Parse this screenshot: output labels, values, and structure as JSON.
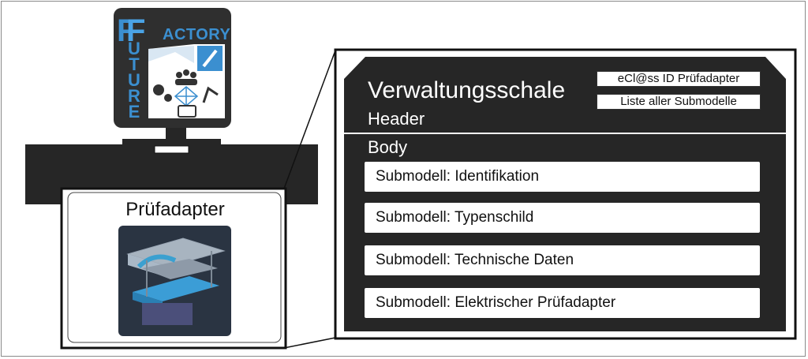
{
  "logo": {
    "word_factory": "ACTORY",
    "letter_f": "F",
    "word_future": "UTURE"
  },
  "adapter": {
    "title": "Prüfadapter"
  },
  "aas": {
    "title": "Verwaltungsschale",
    "header_label": "Header",
    "body_label": "Body",
    "header_items": [
      "eCl@ss ID Prüfadapter",
      "Liste aller Submodelle"
    ],
    "submodels": [
      "Submodell: Identifikation",
      "Submodell: Typenschild",
      "Submodell: Technische Daten",
      "Submodell: Elektrischer Prüfadapter"
    ]
  },
  "colors": {
    "dark_panel": "#262626",
    "logo_blue": "#3b8fd0",
    "logo_bg": "#2f2f2f"
  }
}
